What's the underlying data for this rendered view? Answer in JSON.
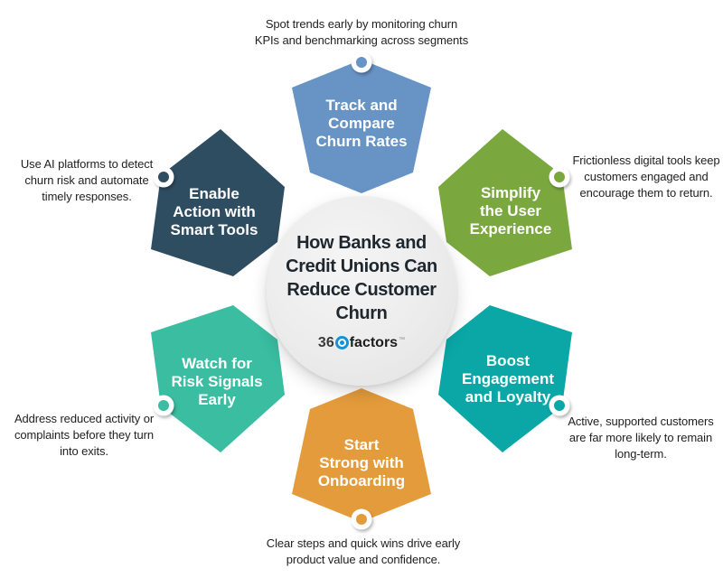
{
  "center": {
    "title": "How Banks and\nCredit Unions Can\nReduce Customer\nChurn",
    "logo": {
      "prefix": "36",
      "suffix": "factors",
      "tm": "™",
      "icon_color": "#1195d3"
    },
    "circle_fill": "#ececec",
    "title_color": "#1e262e"
  },
  "segments": [
    {
      "id": "track-churn-rates",
      "label": "Track and\nCompare\nChurn Rates",
      "annotation": "Spot trends early by monitoring churn\nKPIs and benchmarking across segments",
      "color": "#6793c5",
      "position": "top"
    },
    {
      "id": "simplify-user-experience",
      "label": "Simplify\nthe User\nExperience",
      "annotation": "Frictionless digital tools keep\ncustomers engaged and\nencourage them to return.",
      "color": "#7aa83e",
      "position": "top-right"
    },
    {
      "id": "boost-engagement-loyalty",
      "label": "Boost\nEngagement\nand Loyalty",
      "annotation": "Active, supported customers\nare far more likely to remain\nlong-term.",
      "color": "#0ba7a7",
      "position": "bottom-right"
    },
    {
      "id": "start-strong-onboarding",
      "label": "Start\nStrong with\nOnboarding",
      "annotation": "Clear steps and quick wins drive early\nproduct value and confidence.",
      "color": "#e49b3b",
      "position": "bottom"
    },
    {
      "id": "watch-risk-signals",
      "label": "Watch for\nRisk Signals\nEarly",
      "annotation": "Address reduced activity or\ncomplaints before they turn\ninto exits.",
      "color": "#3abda1",
      "position": "bottom-left"
    },
    {
      "id": "enable-smart-tools",
      "label": "Enable\nAction with\nSmart Tools",
      "annotation": "Use AI platforms to detect\nchurn risk and automate\ntimely responses.",
      "color": "#2e4d61",
      "position": "top-left"
    }
  ],
  "dot_ring_color": "#ffffff"
}
